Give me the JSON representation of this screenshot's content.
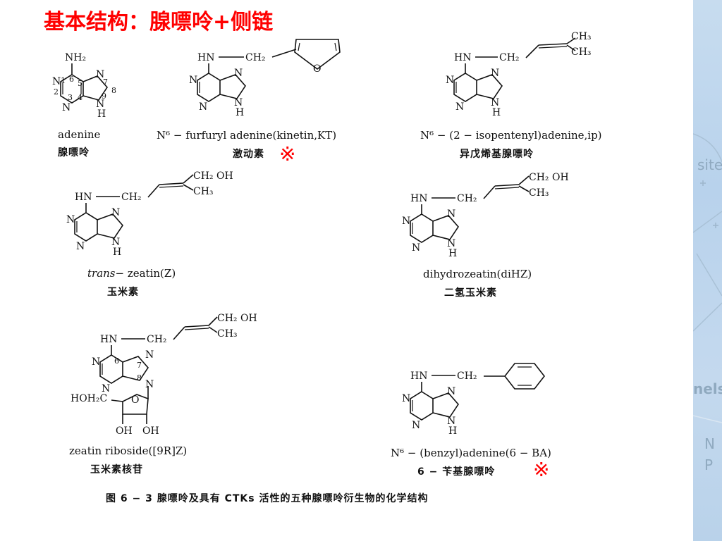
{
  "title": "基本结构：腺嘌呤+侧链",
  "side_panel": {
    "text1": "site",
    "text2": "nels",
    "text3": "N",
    "text4": "P"
  },
  "compounds": [
    {
      "id": "adenine",
      "name_en": "adenine",
      "name_cn": "腺嘌呤",
      "marked": false
    },
    {
      "id": "kinetin",
      "name_en": "N⁶ − furfuryl adenine(kinetin,KT)",
      "name_cn": "激动素",
      "marked": true
    },
    {
      "id": "ip",
      "name_en": "N⁶ − (2 − isopentenyl)adenine,ip)",
      "name_cn": "异戊烯基腺嘌呤",
      "marked": false
    },
    {
      "id": "zeatin",
      "name_en_prefix": "trans",
      "name_en": "− zeatin(Z)",
      "name_cn": "玉米素",
      "marked": false
    },
    {
      "id": "dihz",
      "name_en": "dihydrozeatin(diHZ)",
      "name_cn": "二氢玉米素",
      "marked": false
    },
    {
      "id": "riboside",
      "name_en": "zeatin riboside([9R]Z)",
      "name_cn": "玉米素核苷",
      "marked": false
    },
    {
      "id": "ba",
      "name_en": "N⁶ − (benzyl)adenine(6 − BA)",
      "name_cn": "6 − 苄基腺嘌呤",
      "marked": true
    }
  ],
  "mark_symbol": "※",
  "atoms": {
    "nh2": "NH₂",
    "hn": "HN",
    "n": "N",
    "h": "H",
    "o": "O",
    "ch2": "CH₂",
    "ch3": "CH₃",
    "ch2oh": "CH₂ OH",
    "hoh2c": "HOH₂C",
    "oh": "OH"
  },
  "ring_numbers": [
    "1",
    "2",
    "3",
    "4",
    "5",
    "6",
    "7",
    "8",
    "9"
  ],
  "caption": "图 6 − 3   腺嘌呤及具有 CTKs 活性的五种腺嘌呤衍生物的化学结构"
}
